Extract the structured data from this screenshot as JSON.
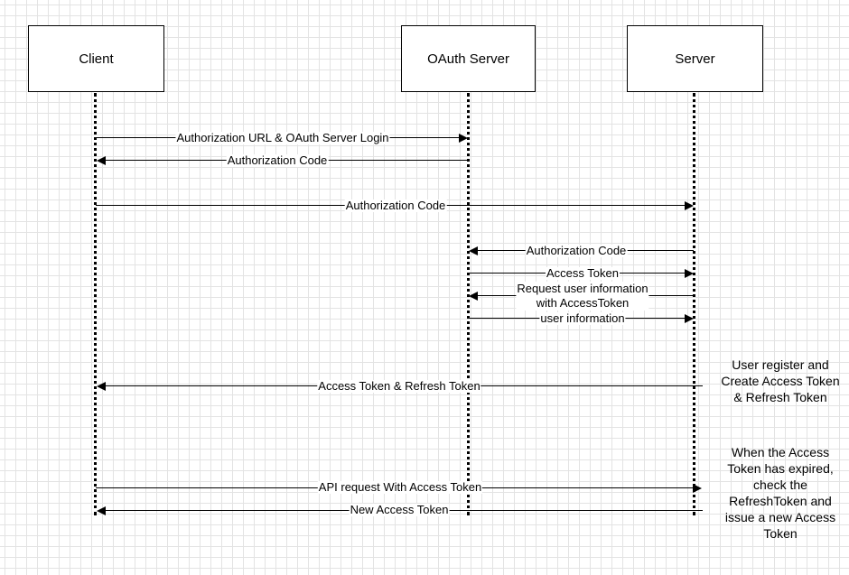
{
  "actors": {
    "client": "Client",
    "oauth_server": "OAuth Server",
    "server": "Server"
  },
  "messages": [
    {
      "label": "Authorization URL & OAuth Server Login",
      "from": "client",
      "to": "oauth_server"
    },
    {
      "label": "Authorization Code",
      "from": "oauth_server",
      "to": "client"
    },
    {
      "label": "Authorization Code",
      "from": "client",
      "to": "server"
    },
    {
      "label": "Authorization Code",
      "from": "server",
      "to": "oauth_server"
    },
    {
      "label": "Access Token",
      "from": "oauth_server",
      "to": "server"
    },
    {
      "label": "Request user information\nwith AccessToken",
      "from": "server",
      "to": "oauth_server"
    },
    {
      "label": "user information",
      "from": "oauth_server",
      "to": "server"
    },
    {
      "label": "Access Token & Refresh Token",
      "from": "server",
      "to": "client"
    },
    {
      "label": "API request With Access Token",
      "from": "client",
      "to": "server"
    },
    {
      "label": "New Access Token",
      "from": "server",
      "to": "client"
    }
  ],
  "notes": {
    "register": "User register and\nCreate Access Token\n& Refresh Token",
    "expired": "When the Access\nToken has expired,\ncheck the\nRefreshToken and\nissue a new Access\nToken"
  }
}
